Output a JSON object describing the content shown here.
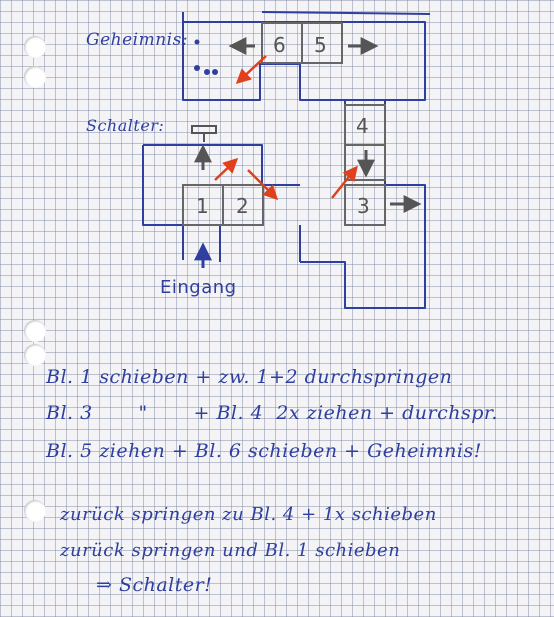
{
  "labels": {
    "secret": "Geheimnis:",
    "switch": "Schalter:",
    "entrance": "Eingang"
  },
  "blocks": [
    "1",
    "2",
    "3",
    "4",
    "5",
    "6"
  ],
  "notes": [
    "Bl. 1 schieben + zw. 1+2 durchspringen",
    "Bl. 3       \"       + Bl. 4  2x ziehen + durchspr.",
    "Bl. 5  ziehen + Bl. 6  schieben + Geheimnis!",
    "zurück springen zu Bl. 4 + 1x schieben",
    "zurück springen und Bl. 1 schieben",
    "⇒ Schalter!"
  ],
  "colors": {
    "ink": "#2f3f9f",
    "pencil": "#555555",
    "red": "#e0401c"
  }
}
